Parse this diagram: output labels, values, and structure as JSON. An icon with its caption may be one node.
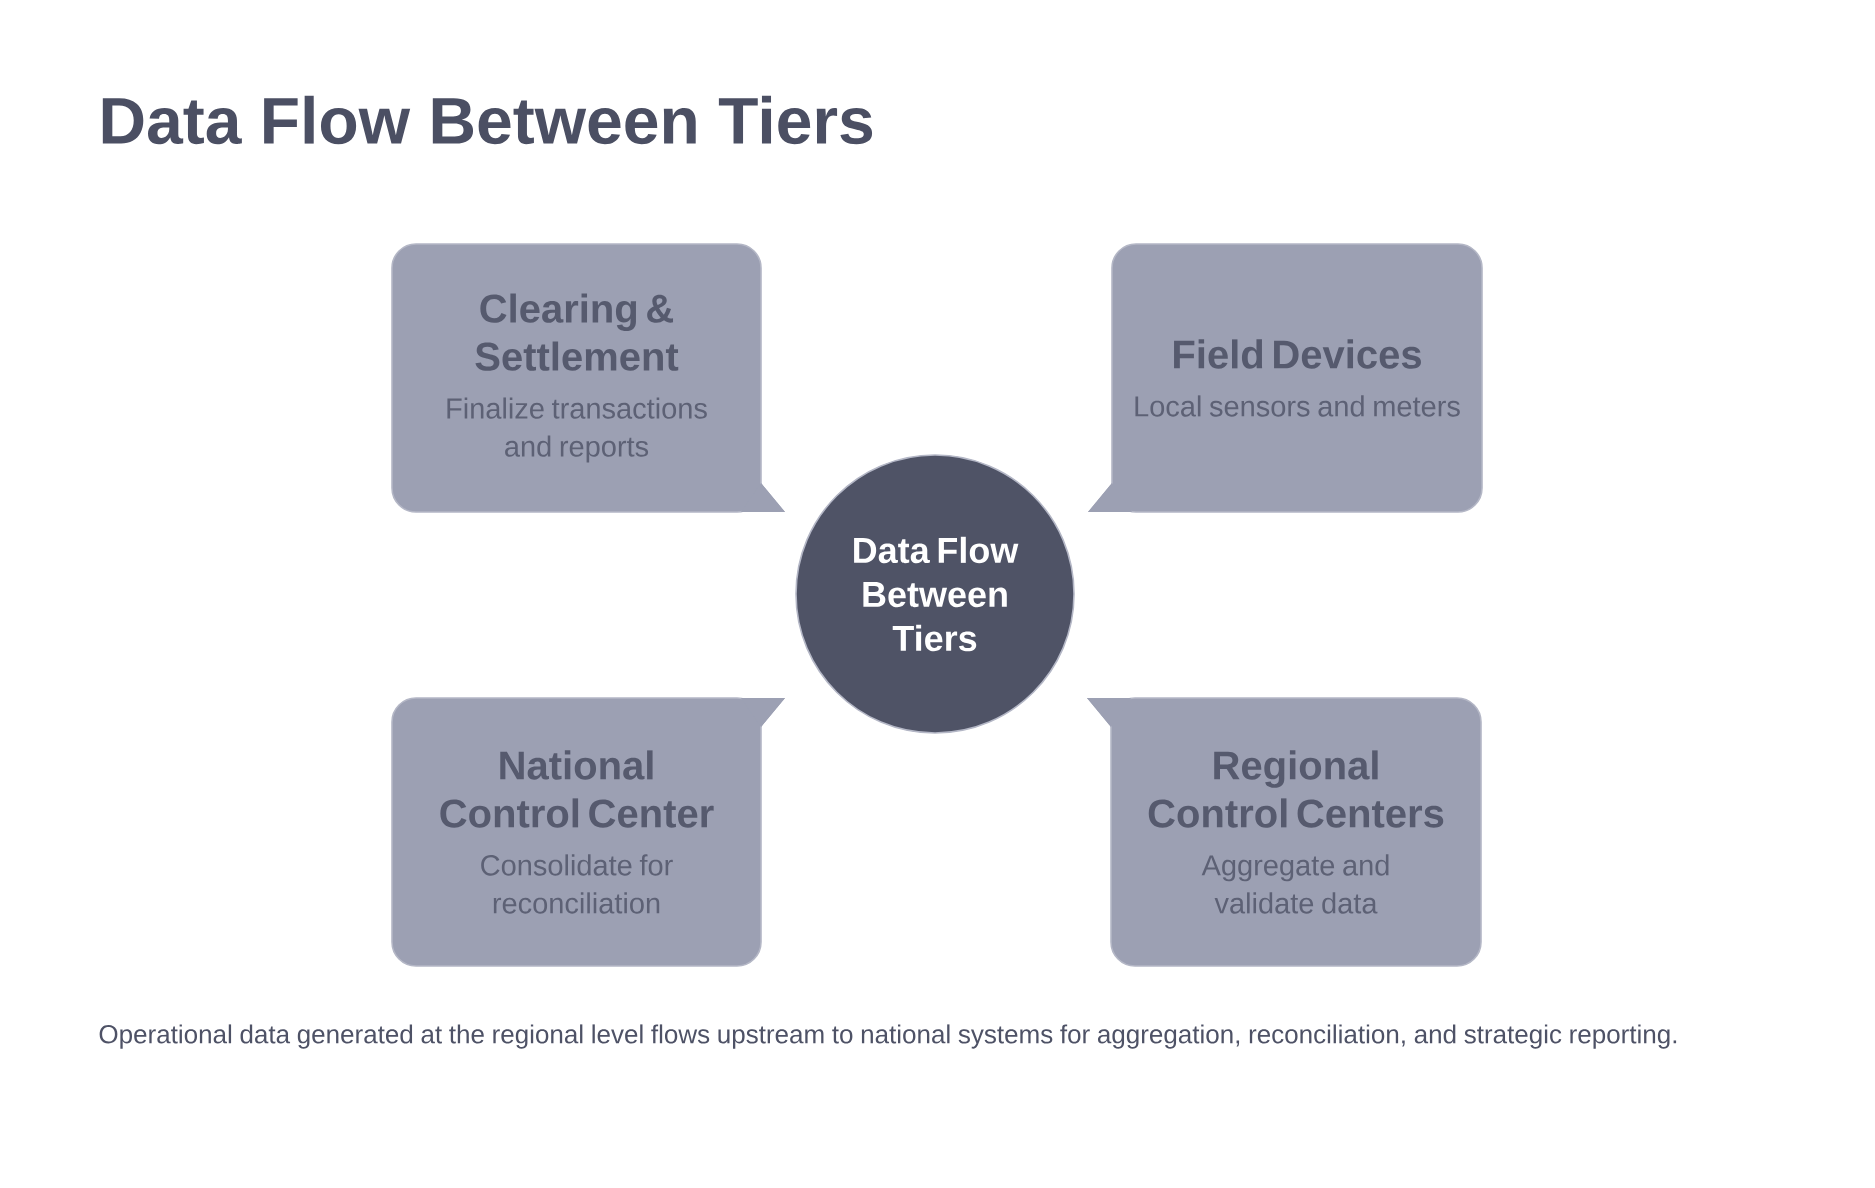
{
  "diagram": {
    "title": "Data Flow Between Tiers",
    "nodes": [
      {
        "text": [
          "Clearing & Settlement",
          "Finalize transactions and reports"
        ]
      },
      {
        "text": [
          "Field Devices",
          "Local sensors and meters"
        ]
      },
      {
        "text": [
          "Data Flow Between Tiers"
        ]
      },
      {
        "text": [
          "National Control Center",
          "Consolidate for reconciliation"
        ]
      },
      {
        "text": [
          "Regional Control Centers",
          "Aggregate and validate data"
        ]
      }
    ],
    "caption": "Operational data generated at the regional level flows upstream to national systems for aggregation, reconciliation, and strategic reporting."
  }
}
